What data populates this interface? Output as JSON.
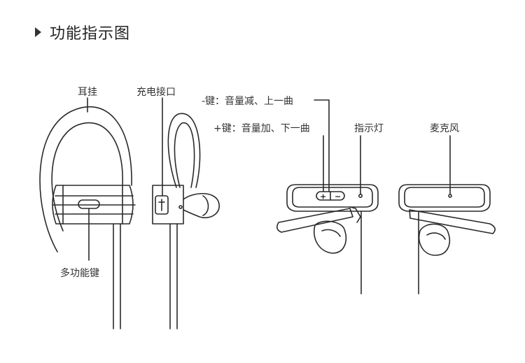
{
  "heading": {
    "title": "功能指示图",
    "icon": "triangle-right-icon"
  },
  "labels": {
    "ear_hook": "耳挂",
    "charge_port": "充电接口",
    "vol_down": "-键：音量减、上一曲",
    "vol_up": "+键：音量加、下一曲",
    "indicator": "指示灯",
    "microphone": "麦克风",
    "multi_button": "多功能键"
  },
  "buttons": {
    "plus": "+",
    "minus": "−"
  }
}
